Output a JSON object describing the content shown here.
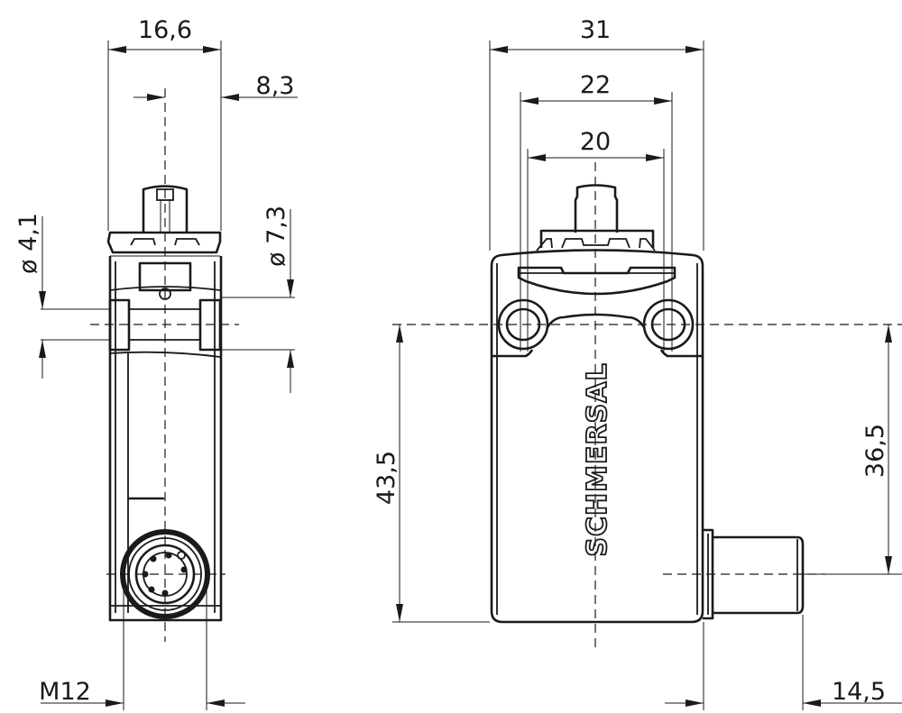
{
  "drawing": {
    "title": "Schmersal position switch dimension drawing",
    "brand_logo": "SCHMERSAL",
    "side_view": {
      "dim_width": "16,6",
      "dim_half_width": "8,3",
      "dim_hole": "ø 4,1",
      "dim_counterbore": "ø 7,3",
      "dim_connector": "M12"
    },
    "front_view": {
      "dim_width": "31",
      "dim_cap": "22",
      "dim_holes": "20",
      "dim_height": "43,5",
      "dim_connector_height": "36,5",
      "dim_connector_length": "14,5"
    }
  }
}
